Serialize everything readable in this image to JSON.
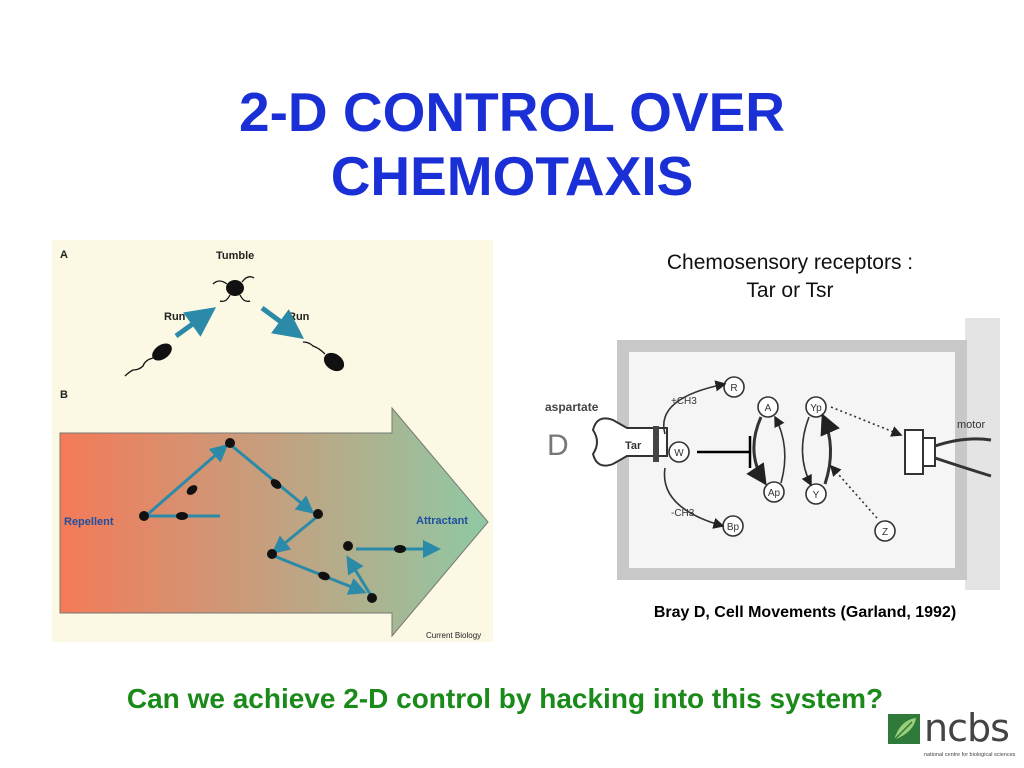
{
  "slide": {
    "title_line1": "2-D CONTROL OVER",
    "title_line2": "CHEMOTAXIS",
    "receptors_line1": "Chemosensory receptors :",
    "receptors_line2": "Tar or Tsr",
    "reference": "Bray D, Cell Movements (Garland, 1992)",
    "question": "Can we achieve 2-D control by hacking into this system?"
  },
  "figure_left": {
    "label_a": "A",
    "label_b": "B",
    "tumble": "Tumble",
    "run_left": "Run",
    "run_right": "Run",
    "repellent": "Repellent",
    "attractant": "Attractant",
    "credit": "Current Biology"
  },
  "figure_right": {
    "aspartate": "aspartate",
    "ligand": "D",
    "tar": "Tar",
    "w": "W",
    "r": "R",
    "bp": "Bp",
    "a": "A",
    "ap": "Ap",
    "y": "Y",
    "yp": "Yp",
    "z": "Z",
    "plus_ch3": "+CH3",
    "minus_ch3": "-CH3",
    "motor": "motor"
  },
  "logo": {
    "name": "ncbs",
    "subtitle": "national centre for biological sciences"
  },
  "colors": {
    "title": "#1a30d6",
    "question": "#1a8a1a",
    "arrow_run": "#2a8aa8",
    "label_blue": "#1f4fa0"
  }
}
